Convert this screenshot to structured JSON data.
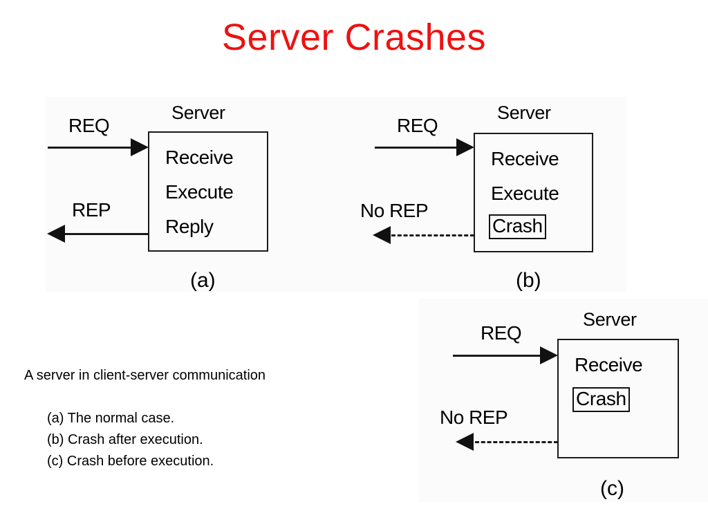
{
  "slide": {
    "title": "Server Crashes",
    "title_color": "#ee1111",
    "background_color": "#ffffff",
    "panel_background_color": "#fbfbfb",
    "ink_color": "#111111"
  },
  "figure": {
    "diagrams": [
      {
        "id": "a",
        "caption": "(a)",
        "server_label": "Server",
        "steps": [
          {
            "text": "Receive",
            "boxed": false
          },
          {
            "text": "Execute",
            "boxed": false
          },
          {
            "text": "Reply",
            "boxed": false
          }
        ],
        "request_arrow": {
          "label": "REQ",
          "style": "solid",
          "direction": "right"
        },
        "reply_arrow": {
          "label": "REP",
          "style": "solid",
          "direction": "left"
        }
      },
      {
        "id": "b",
        "caption": "(b)",
        "server_label": "Server",
        "steps": [
          {
            "text": "Receive",
            "boxed": false
          },
          {
            "text": "Execute",
            "boxed": false
          },
          {
            "text": "Crash",
            "boxed": true
          }
        ],
        "request_arrow": {
          "label": "REQ",
          "style": "solid",
          "direction": "right"
        },
        "reply_arrow": {
          "label": "No REP",
          "style": "dashed",
          "direction": "left"
        }
      },
      {
        "id": "c",
        "caption": "(c)",
        "server_label": "Server",
        "steps": [
          {
            "text": "Receive",
            "boxed": false
          },
          {
            "text": "Crash",
            "boxed": true
          }
        ],
        "request_arrow": {
          "label": "REQ",
          "style": "solid",
          "direction": "right"
        },
        "reply_arrow": {
          "label": "No REP",
          "style": "dashed",
          "direction": "left"
        }
      }
    ]
  },
  "body": {
    "intro": "A server in client-server communication",
    "items": [
      "(a) The normal case.",
      "(b) Crash after execution.",
      "(c) Crash before execution."
    ]
  }
}
